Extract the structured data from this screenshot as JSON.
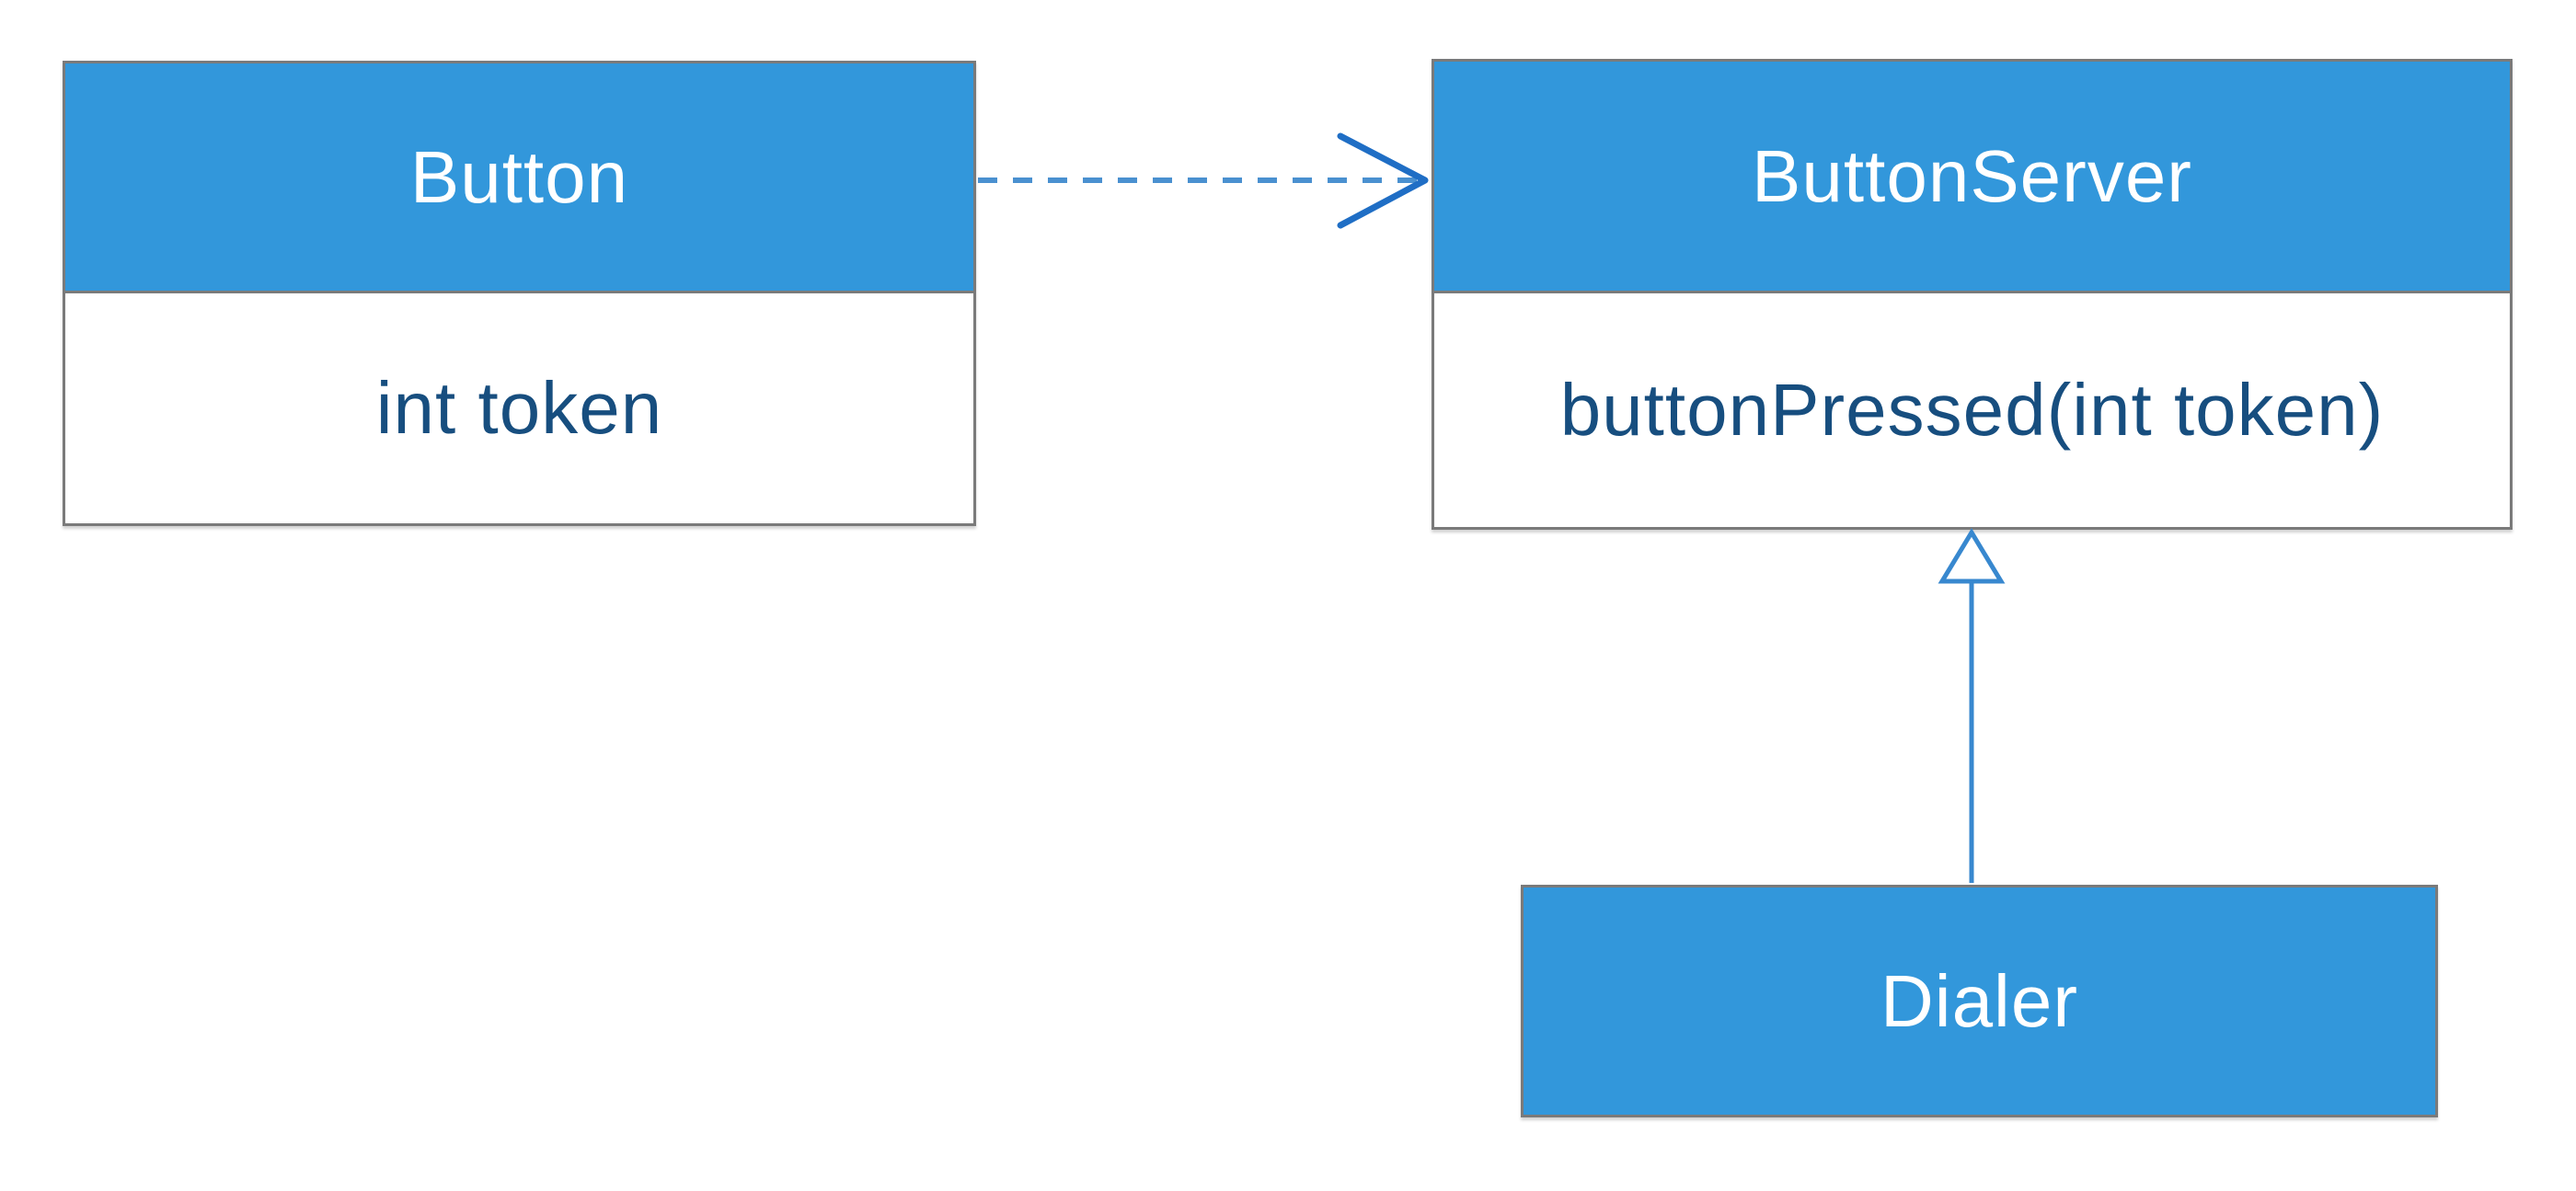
{
  "diagram": {
    "classes": [
      {
        "name": "Button",
        "members": [
          "int token"
        ]
      },
      {
        "name": "ButtonServer",
        "members": [
          "buttonPressed(int token)"
        ]
      },
      {
        "name": "Dialer",
        "members": []
      }
    ],
    "relationships": [
      {
        "from": "Button",
        "to": "ButtonServer",
        "type": "dependency",
        "style": "dashed-line-open-arrowhead"
      },
      {
        "from": "Dialer",
        "to": "ButtonServer",
        "type": "generalization",
        "style": "solid-line-hollow-triangle"
      }
    ],
    "colors": {
      "canvas_bg": "#ffffff",
      "header_fill": "#3297db",
      "header_text": "#ffffff",
      "member_text": "#174e7f",
      "box_border": "#7a7a7a",
      "dashed_line": "#4a90d0",
      "open_arrow": "#1f6ec5",
      "inherit_line": "#3888cf"
    }
  }
}
